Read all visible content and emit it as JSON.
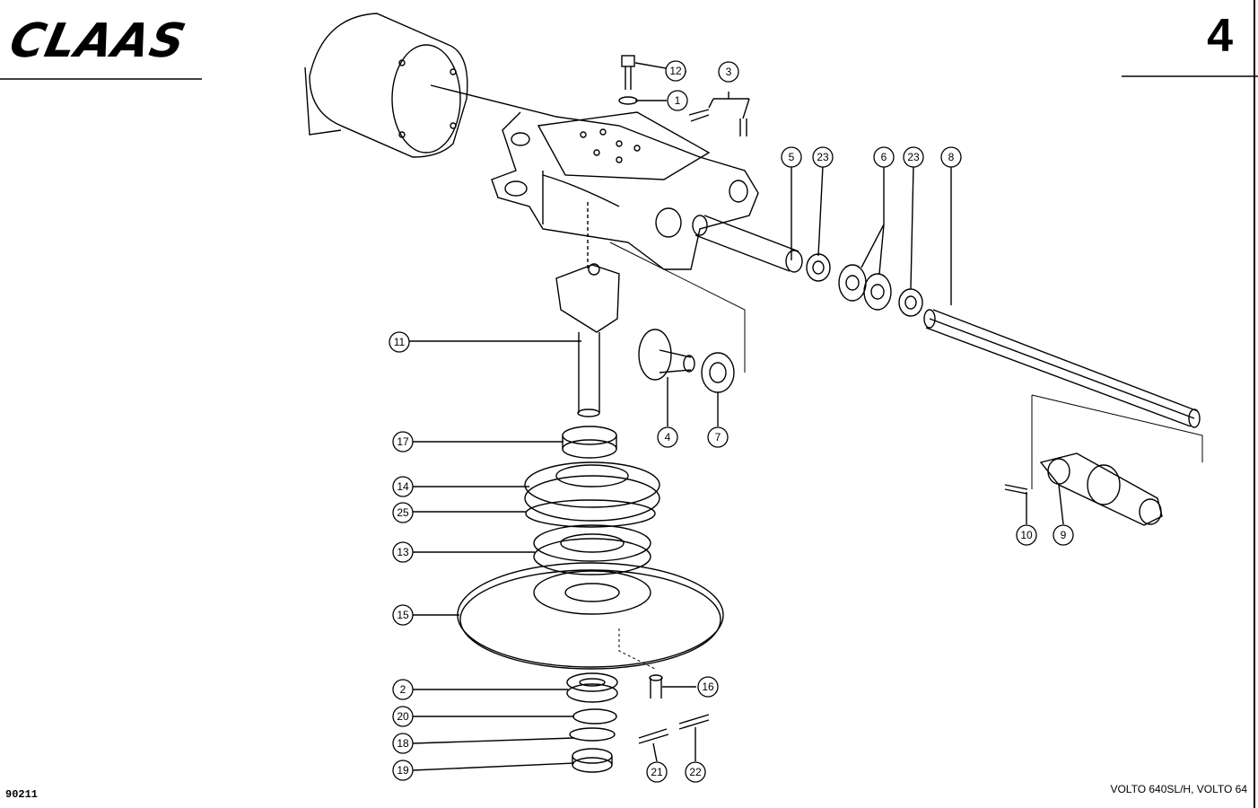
{
  "header": {
    "brand": "CLAAS",
    "page_number": "4"
  },
  "footer": {
    "drawing_code": "90211",
    "model": "VOLTO 640SL/H, VOLTO 64"
  },
  "callouts": [
    "1",
    "2",
    "3",
    "4",
    "5",
    "6",
    "7",
    "8",
    "9",
    "10",
    "11",
    "12",
    "13",
    "14",
    "15",
    "16",
    "17",
    "18",
    "19",
    "20",
    "21",
    "22",
    "23",
    "23",
    "25"
  ]
}
